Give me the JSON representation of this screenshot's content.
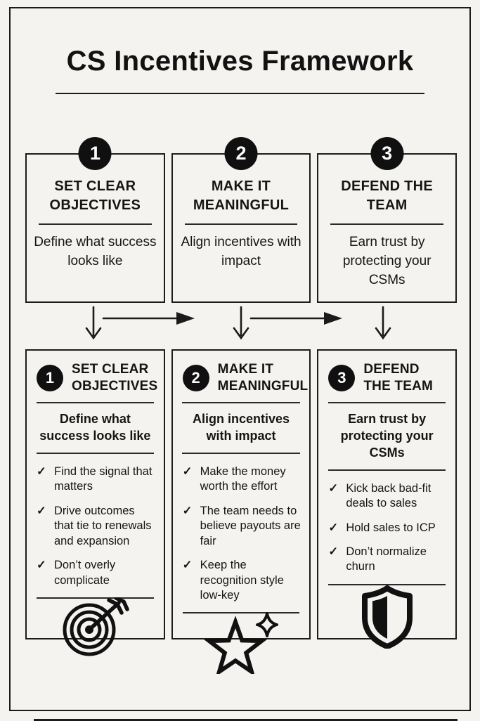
{
  "page": {
    "title": "CS Incentives Framework"
  },
  "glyphs": {
    "check": "✓"
  },
  "colors": {
    "background": "#f5f3f0",
    "ink": "#141414",
    "badge": "#101010"
  },
  "top_cards": [
    {
      "number": "1",
      "title": "SET CLEAR OBJECTIVES",
      "subtitle": "Define what success looks like"
    },
    {
      "number": "2",
      "title": "MAKE IT MEANINGFUL",
      "subtitle": "Align incentives with impact"
    },
    {
      "number": "3",
      "title": "DEFEND THE TEAM",
      "subtitle": "Earn trust by protecting your CSMs"
    }
  ],
  "detail_cards": [
    {
      "number": "1",
      "title": "SET CLEAR OBJECTIVES",
      "subtitle": "Define what success looks like",
      "items": [
        "Find the signal that matters",
        "Drive outcomes that tie to renewals and expansion",
        "Don’t overly complicate"
      ],
      "icon": "target-arrow-icon"
    },
    {
      "number": "2",
      "title": "MAKE IT MEANINGFUL",
      "subtitle": "Align incentives with impact",
      "items": [
        "Make the money worth the effort",
        "The team needs to believe payouts are fair",
        "Keep the recognition style low-key"
      ],
      "icon": "star-sparkle-icon"
    },
    {
      "number": "3",
      "title": "DEFEND THE TEAM",
      "subtitle": "Earn trust by protecting your CSMs",
      "items": [
        "Kick back bad-fit deals to sales",
        "Hold sales to ICP",
        "Don’t normalize churn"
      ],
      "icon": "shield-icon"
    }
  ]
}
